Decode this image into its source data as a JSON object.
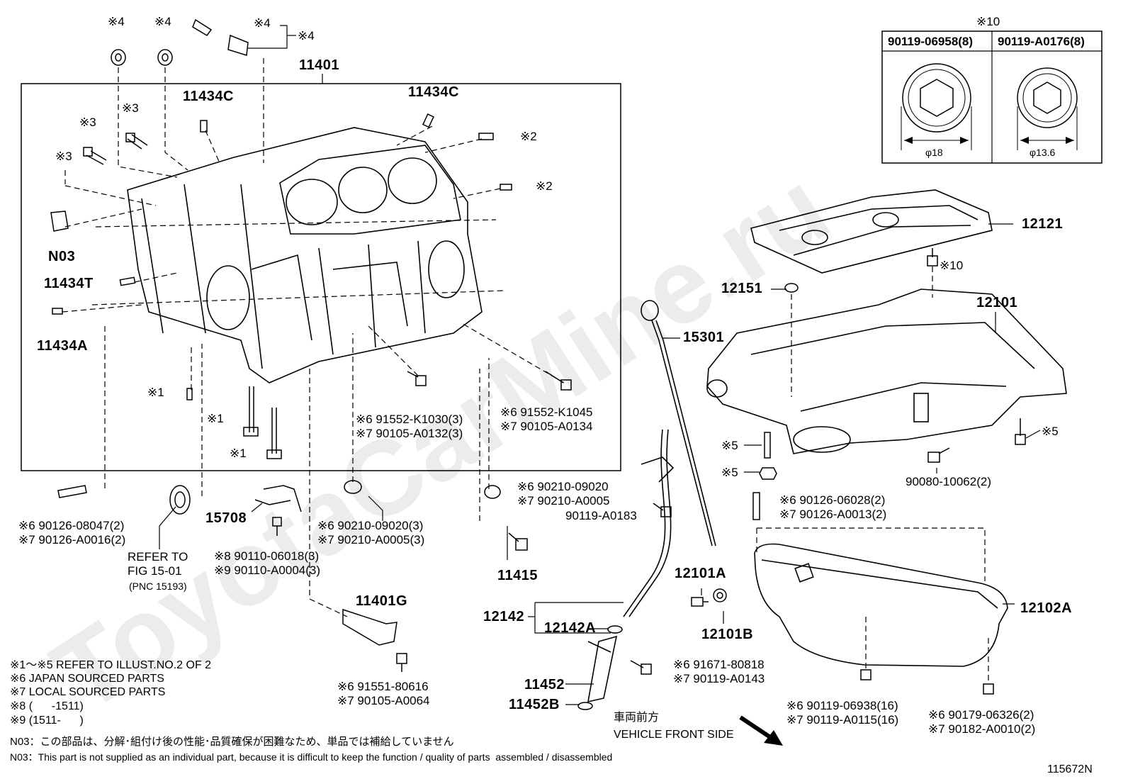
{
  "callouts": {
    "m4a": "※4",
    "m4b": "※4",
    "m4c": "※4",
    "m4d": "※4",
    "p11401": "11401",
    "p11434c_a": "11434C",
    "p11434c_b": "11434C",
    "m3a": "※3",
    "m3b": "※3",
    "m3c": "※3",
    "m2a": "※2",
    "m2b": "※2",
    "n03": "N03",
    "p11434t": "11434T",
    "p11434a": "11434A",
    "m1a": "※1",
    "m1b": "※1",
    "m1c": "※1",
    "bolt_k1030_6": "※6 91552-K1030(3)",
    "bolt_k1030_7": "※7 90105-A0132(3)",
    "bolt_k1045_6": "※6 91552-K1045",
    "bolt_k1045_7": "※7 90105-A0134",
    "stud_08047_6": "※6 90126-08047(2)",
    "stud_08047_7": "※7 90126-A0016(2)",
    "refer1": "REFER TO",
    "refer2": "FIG 15-01",
    "refer3": "(PNC 15193)",
    "p15708": "15708",
    "bolt_06018_8": "※8 90110-06018(3)",
    "bolt_06018_9": "※9 90110-A0004(3)",
    "washer_09020_6": "※6 90210-09020(3)",
    "washer_09020_7": "※7 90210-A0005(3)",
    "washer2_09020_6": "※6 90210-09020",
    "washer2_09020_7": "※7 90210-A0005",
    "p90119_a0183": "90119-A0183",
    "p11415": "11415",
    "p11401g": "11401G",
    "sensor_80616_6": "※6 91551-80616",
    "sensor_80616_7": "※7 90105-A0064",
    "p12142": "12142",
    "p12142a": "12142A",
    "p11452": "11452",
    "p11452b": "11452B",
    "bolt_80818_6": "※6 91671-80818",
    "bolt_80818_7": "※7 90119-A0143",
    "p15301": "15301",
    "p12121": "12121",
    "m10": "※10",
    "p12151": "12151",
    "p12101": "12101",
    "m5a": "※5",
    "m5b": "※5",
    "m5c": "※5",
    "p90080": "90080-10062(2)",
    "stud_06028_6": "※6 90126-06028(2)",
    "stud_06028_7": "※7 90126-A0013(2)",
    "p12101a": "12101A",
    "p12101b": "12101B",
    "p12102a": "12102A",
    "bolt_06938_6": "※6 90119-06938(16)",
    "bolt_06938_7": "※7 90119-A0115(16)",
    "bolt_06326_6": "※6 90179-06326(2)",
    "bolt_06326_7": "※7 90182-A0010(2)"
  },
  "inset": {
    "mark": "※10",
    "col1_part": "90119-06958(8)",
    "col2_part": "90119-A0176(8)",
    "col1_dim": "φ18",
    "col2_dim": "φ13.6"
  },
  "notes": {
    "line1": "※1～※5 REFER TO ILLUST.NO.2 OF 2",
    "line2": "※6 JAPAN SOURCED PARTS",
    "line3": "※7 LOCAL SOURCED PARTS",
    "line4": "※8 (      -1511)",
    "line5": "※9 (1511-      )",
    "n03_jp": "N03：この部品は、分解･組付け後の性能･品質確保が困難なため、単品では補給していません",
    "n03_en": "N03：This part is not supplied as an individual part, because it is difficult to keep the function / quality of parts  assembled / disassembled"
  },
  "front": {
    "jp": "車両前方",
    "en": "VEHICLE FRONT SIDE"
  },
  "illustration_id": "115672N",
  "watermark": "ToyotaCarMine.ru",
  "colors": {
    "ink": "#000000",
    "watermark": "#e8e8e8",
    "paper": "#ffffff"
  }
}
